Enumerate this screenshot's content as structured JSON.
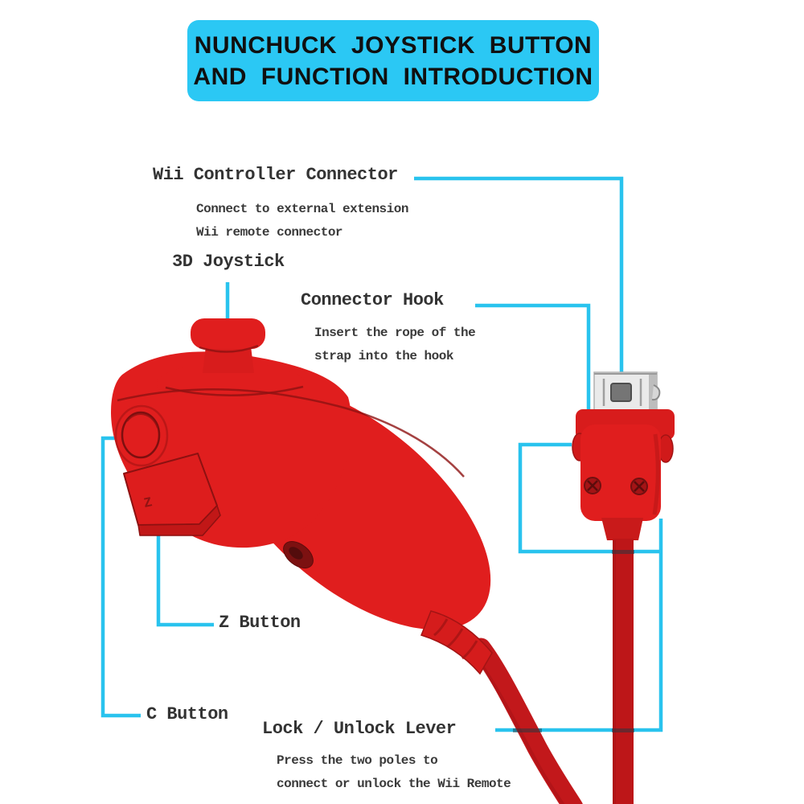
{
  "banner": {
    "line1": "NUNCHUCK JOYSTICK BUTTON",
    "line2": "AND FUNCTION INTRODUCTION"
  },
  "labels": {
    "wcc": {
      "title": "Wii Controller Connector",
      "desc1": "Connect to external extension",
      "desc2": "Wii remote connector"
    },
    "joystick": {
      "title": "3D Joystick"
    },
    "hook": {
      "title": "Connector Hook",
      "desc1": "Insert the rope of the",
      "desc2": "strap into the hook"
    },
    "z": {
      "title": "Z Button"
    },
    "c": {
      "title": "C Button"
    },
    "lever": {
      "title": "Lock / Unlock Lever",
      "desc1": "Press the two poles to",
      "desc2": "connect or unlock the Wii Remote"
    }
  },
  "device": {
    "z_button_glyph": "Z"
  },
  "colors": {
    "banner_bg": "#2bc8f4",
    "callout_cyan": "#29c3ee",
    "body_red": "#e01e1e",
    "cable_red": "#c2181b",
    "metal_silver": "#eaeaea",
    "text_dark": "#333333",
    "banner_text": "#101010"
  }
}
